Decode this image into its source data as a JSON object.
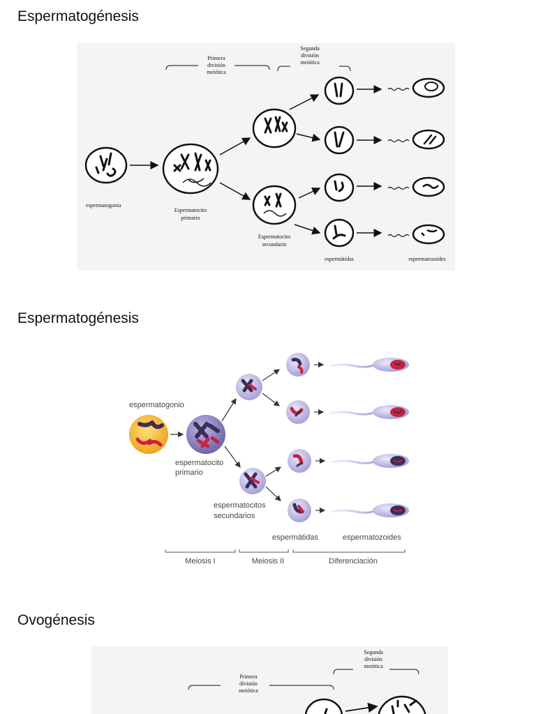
{
  "section1": {
    "title": "Espermatogénesis",
    "labels": {
      "primera_division": [
        "Primera",
        "división",
        "meiótica"
      ],
      "segunda_division": [
        "Segunda",
        "división",
        "meiótica"
      ],
      "espermatogonia": "espermatogonia",
      "espermatocito_primario": [
        "Espermatocito",
        "primario"
      ],
      "espermatocito_secundario": [
        "Espermatocito",
        "secundario"
      ],
      "espermatidas": "espermátidas",
      "espermatozoides": "espermatozoides"
    }
  },
  "section2": {
    "title": "Espermatogénesis",
    "labels": {
      "espermatogonio": "espermatogonio",
      "espermatocito_primario": [
        "espermatocito",
        "primario"
      ],
      "espermatocitos_secundarios": [
        "espermatocitos",
        "secundarios"
      ],
      "espermatidas": "espermátidas",
      "espermatozoides": "espermatozoides",
      "meiosis1": "Meiosis I",
      "meiosis2": "Meiosis II",
      "diferenciacion": "Diferenciación"
    },
    "colors": {
      "spermatogonium": "#f5b233",
      "cell": "#a9a6d9",
      "dark": "#3d2d57",
      "red": "#cc2040"
    }
  },
  "section3": {
    "title": "Ovogénesis",
    "labels": {
      "primera_division": [
        "Primera",
        "división",
        "meiótica"
      ],
      "segunda_division": [
        "Segunda",
        "división",
        "meiótica"
      ]
    }
  }
}
